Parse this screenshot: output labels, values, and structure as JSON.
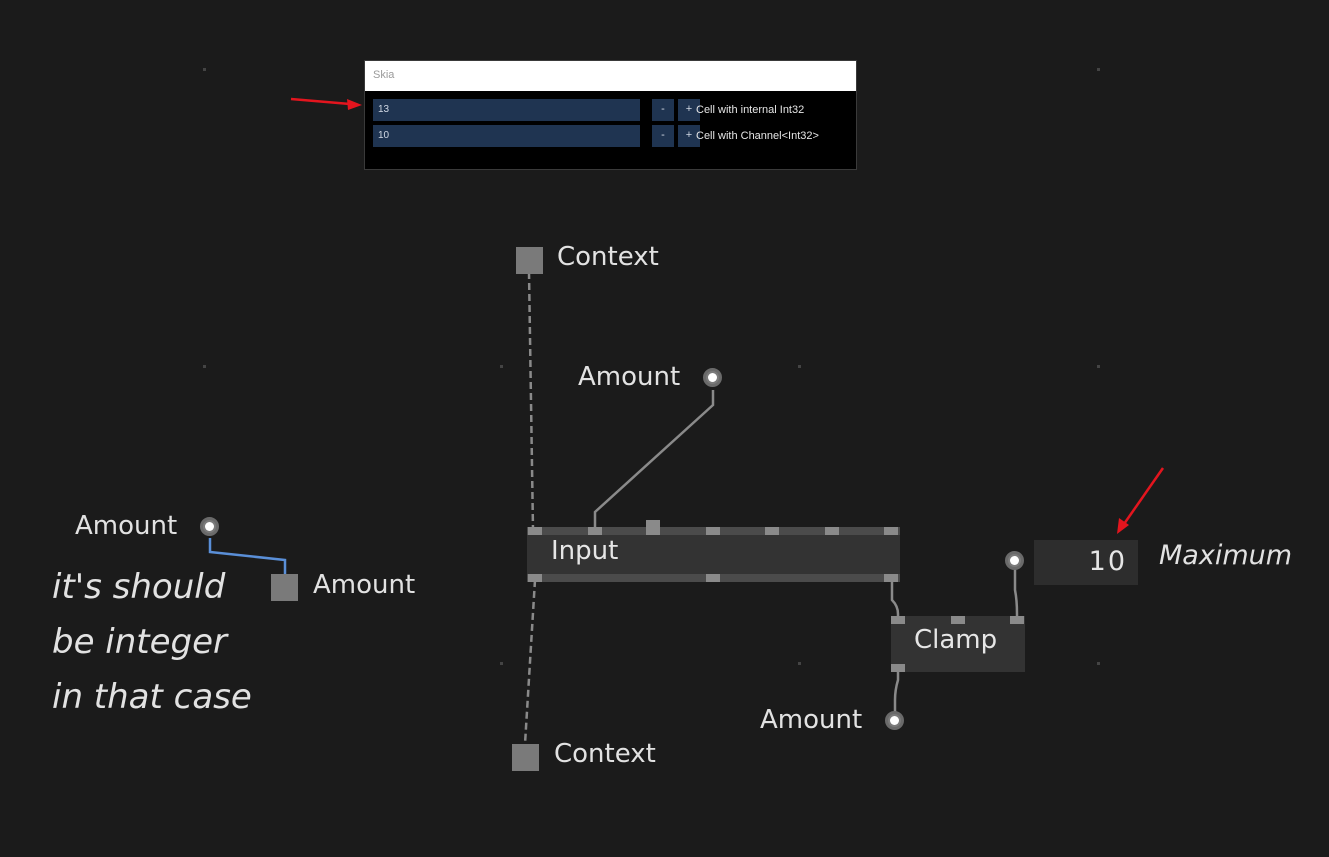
{
  "skia_window": {
    "title": "Skia",
    "rows": [
      {
        "value": "13",
        "minus": "-",
        "plus": "+",
        "label": "Cell with internal Int32"
      },
      {
        "value": "10",
        "minus": "-",
        "plus": "+",
        "label": "Cell with Channel<Int32>"
      }
    ]
  },
  "graph": {
    "context_top_label": "Context",
    "amount_top_label": "Amount",
    "amount_left_label": "Amount",
    "amount_square_label": "Amount",
    "input_node_title": "Input",
    "clamp_node_title": "Clamp",
    "maximum_value": "10",
    "maximum_label": "Maximum",
    "amount_bottom_label": "Amount",
    "context_bottom_label": "Context"
  },
  "comment": {
    "line1": "it's should",
    "line2": "be integer",
    "line3": "in that case"
  },
  "colors": {
    "background": "#1b1b1b",
    "node": "#333333",
    "pin": "#7a7a7a",
    "link": "#8a8a8a",
    "link_int": "#5a8fd8",
    "annotation_arrow": "#e3151e",
    "skia_field": "#1f3451"
  }
}
